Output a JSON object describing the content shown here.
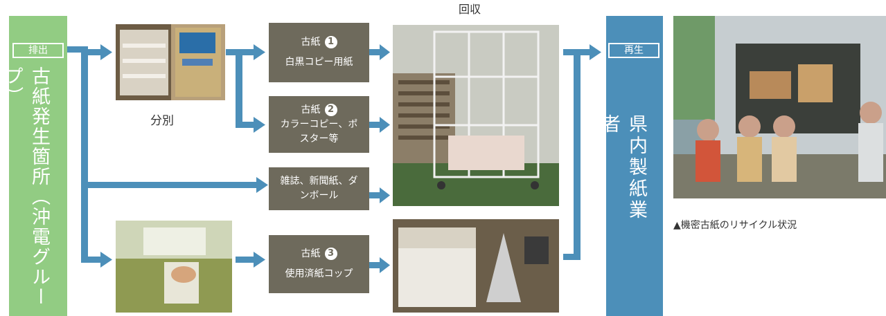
{
  "header": {
    "collect_label": "回収"
  },
  "source": {
    "tag": "排出",
    "label": "古紙発生箇所（沖電グループ）"
  },
  "destination": {
    "tag": "再生",
    "label": "県内製紙業者"
  },
  "sorting": {
    "label": "分別"
  },
  "boxes": [
    {
      "title": "古紙",
      "num": "1",
      "desc": "白黒コピー用紙"
    },
    {
      "title": "古紙",
      "num": "2",
      "desc": "カラーコピー、ポスター等"
    },
    {
      "title": "",
      "num": "",
      "desc": "雑誌、新聞紙、ダンボール"
    },
    {
      "title": "古紙",
      "num": "3",
      "desc": "使用済紙コップ"
    }
  ],
  "photo_caption": "▲機密古紙のリサイクル状況",
  "colors": {
    "source": "#92cc83",
    "destination": "#4c8fb9",
    "arrow": "#4c8fb9",
    "box": "#6e6a5c"
  }
}
